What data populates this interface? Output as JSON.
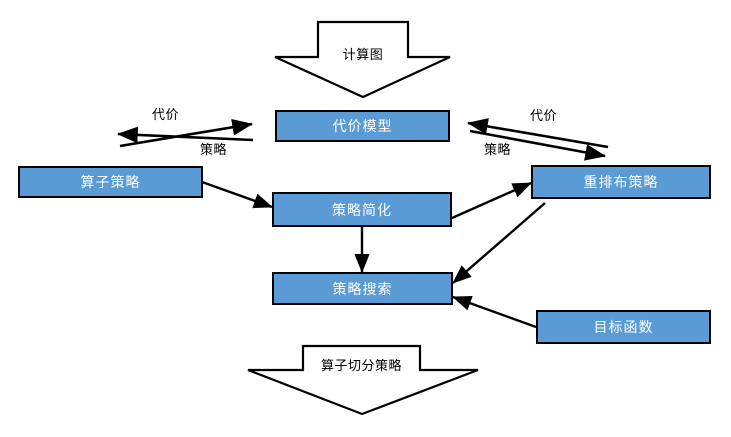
{
  "diagram": {
    "title": "Operator partitioning strategy search flow",
    "colors": {
      "box_fill": "#5B9BD5",
      "box_stroke": "#000000",
      "box_text": "#ffffff",
      "line": "#000000",
      "label_text": "#000000",
      "background": "#ffffff"
    },
    "block_arrows": [
      {
        "id": "input-arrow",
        "label": "计算图"
      },
      {
        "id": "output-arrow",
        "label": "算子切分策略"
      }
    ],
    "boxes": [
      {
        "id": "cost-model",
        "label": "代价模型"
      },
      {
        "id": "operator-strategy",
        "label": "算子策略"
      },
      {
        "id": "strategy-simplify",
        "label": "策略简化"
      },
      {
        "id": "redistribution-strategy",
        "label": "重排布策略"
      },
      {
        "id": "strategy-search",
        "label": "策略搜索"
      },
      {
        "id": "objective-function",
        "label": "目标函数"
      }
    ],
    "edge_labels": {
      "left_cost": "代价",
      "left_strategy": "策略",
      "right_cost": "代价",
      "right_strategy": "策略"
    }
  }
}
